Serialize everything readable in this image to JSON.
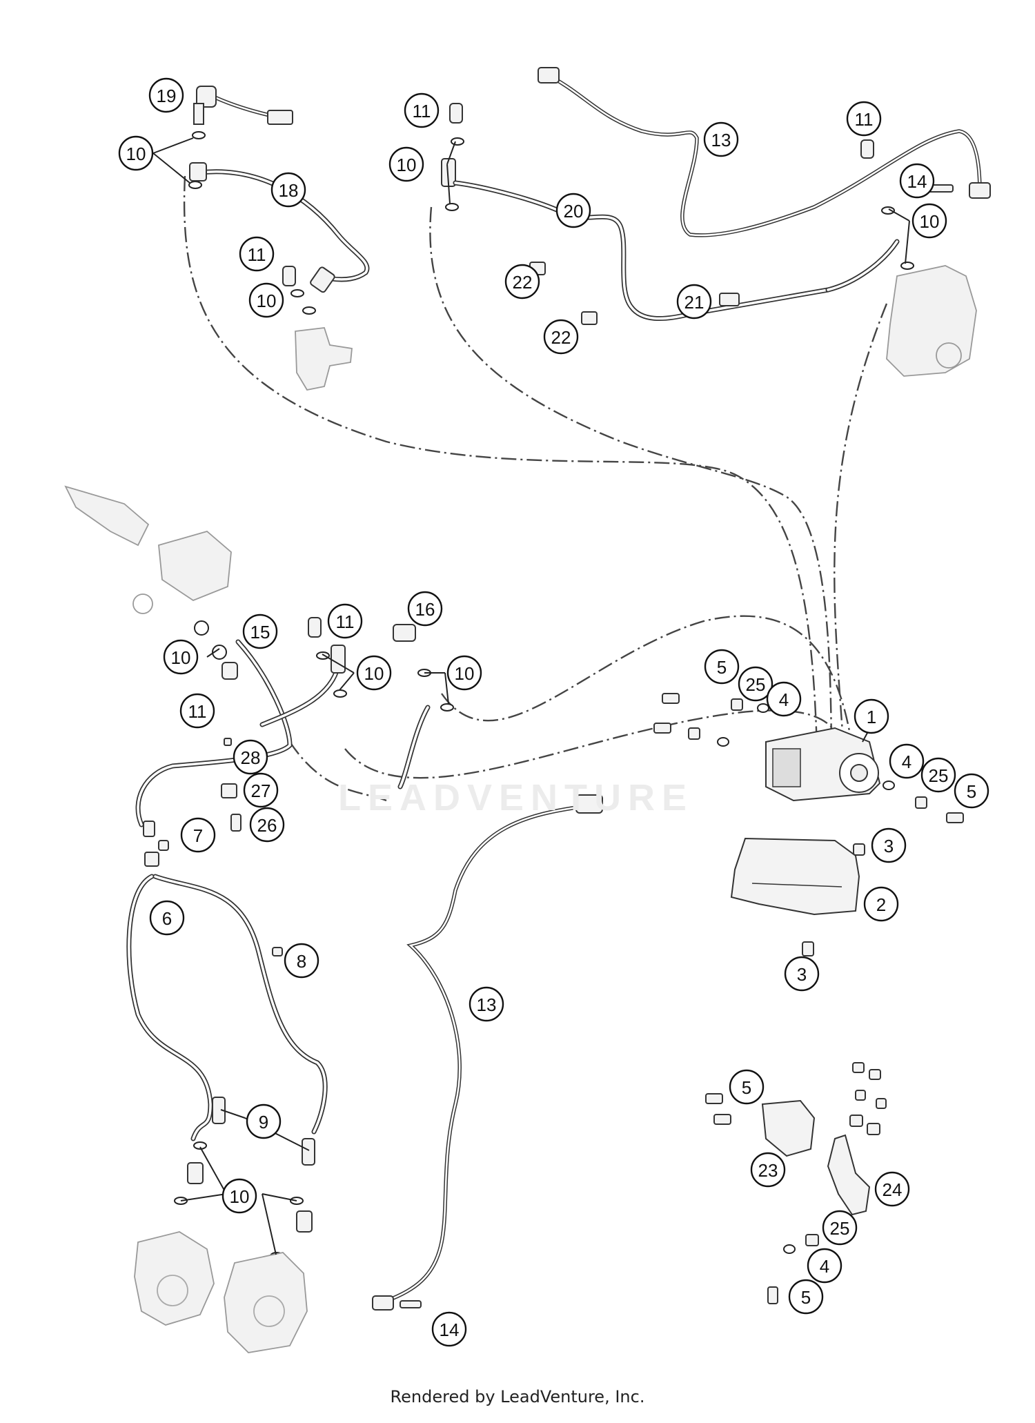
{
  "diagram": {
    "footer": "Rendered by LeadVenture, Inc.",
    "watermark": "LEADVENTURE",
    "callouts": [
      {
        "id": "c19",
        "label": "19"
      },
      {
        "id": "c10a",
        "label": "10"
      },
      {
        "id": "c18",
        "label": "18"
      },
      {
        "id": "c11a",
        "label": "11"
      },
      {
        "id": "c10b",
        "label": "10"
      },
      {
        "id": "c11b",
        "label": "11"
      },
      {
        "id": "c10c",
        "label": "10"
      },
      {
        "id": "c20",
        "label": "20"
      },
      {
        "id": "c13a",
        "label": "13"
      },
      {
        "id": "c22a",
        "label": "22"
      },
      {
        "id": "c22b",
        "label": "22"
      },
      {
        "id": "c21",
        "label": "21"
      },
      {
        "id": "c11c",
        "label": "11"
      },
      {
        "id": "c14a",
        "label": "14"
      },
      {
        "id": "c10d",
        "label": "10"
      },
      {
        "id": "c15",
        "label": "15"
      },
      {
        "id": "c10e",
        "label": "10"
      },
      {
        "id": "c11d",
        "label": "11"
      },
      {
        "id": "c11e",
        "label": "11"
      },
      {
        "id": "c10f",
        "label": "10"
      },
      {
        "id": "c16",
        "label": "16"
      },
      {
        "id": "c10g",
        "label": "10"
      },
      {
        "id": "c5a",
        "label": "5"
      },
      {
        "id": "c25a",
        "label": "25"
      },
      {
        "id": "c4a",
        "label": "4"
      },
      {
        "id": "c1",
        "label": "1"
      },
      {
        "id": "c4b",
        "label": "4"
      },
      {
        "id": "c25b",
        "label": "25"
      },
      {
        "id": "c5b",
        "label": "5"
      },
      {
        "id": "c28",
        "label": "28"
      },
      {
        "id": "c27",
        "label": "27"
      },
      {
        "id": "c26",
        "label": "26"
      },
      {
        "id": "c7",
        "label": "7"
      },
      {
        "id": "c3a",
        "label": "3"
      },
      {
        "id": "c2",
        "label": "2"
      },
      {
        "id": "c6",
        "label": "6"
      },
      {
        "id": "c8",
        "label": "8"
      },
      {
        "id": "c3b",
        "label": "3"
      },
      {
        "id": "c13b",
        "label": "13"
      },
      {
        "id": "c5c",
        "label": "5"
      },
      {
        "id": "c9",
        "label": "9"
      },
      {
        "id": "c10h",
        "label": "10"
      },
      {
        "id": "c23",
        "label": "23"
      },
      {
        "id": "c24",
        "label": "24"
      },
      {
        "id": "c25c",
        "label": "25"
      },
      {
        "id": "c4c",
        "label": "4"
      },
      {
        "id": "c5d",
        "label": "5"
      },
      {
        "id": "c14b",
        "label": "14"
      }
    ]
  }
}
